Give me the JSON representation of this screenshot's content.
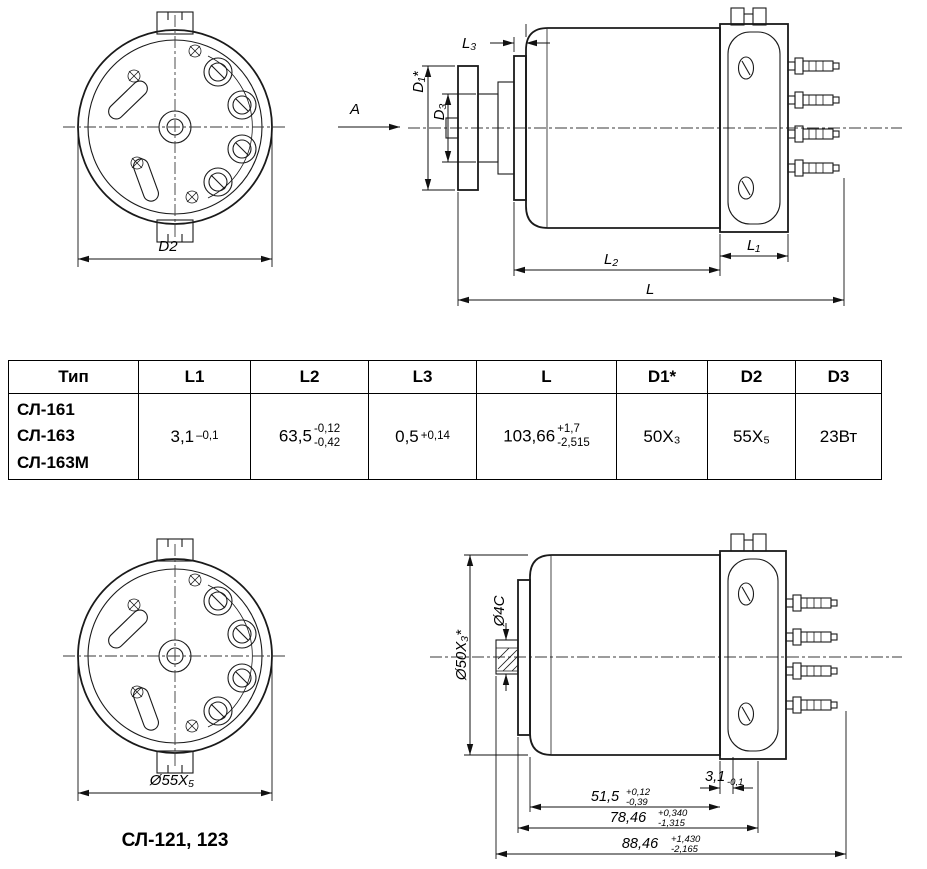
{
  "table": {
    "headers": [
      "Тип",
      "L1",
      "L2",
      "L3",
      "L",
      "D1*",
      "D2",
      "D3"
    ],
    "row": {
      "type1": "СЛ-161",
      "type2": "СЛ-163",
      "type3": "СЛ-163М",
      "l1": {
        "value": "3,1",
        "sub": "–0,1"
      },
      "l2": {
        "value": "63,5",
        "sup": "-0,12",
        "sub": "-0,42"
      },
      "l3": {
        "value": "0,5",
        "sup": "+0,14"
      },
      "l": {
        "value": "103,66",
        "sup": "+1,7",
        "sub": "-2,515"
      },
      "d1": "50X₃",
      "d2": "55X₅",
      "d3": "23Вт"
    }
  },
  "top": {
    "d2": "D2",
    "view_a": "А",
    "l3": "L₃",
    "d1": "D₁*",
    "d3": "D₃",
    "l1": "L₁",
    "l2": "L₂",
    "l": "L"
  },
  "bottom": {
    "d55": "Ø55X₅",
    "model": "СЛ-121, 123",
    "d50": "Ø50X₃*",
    "d4c": "Ø4C",
    "dims": [
      {
        "value": "3,1",
        "sub": "-0,1"
      },
      {
        "value": "51,5",
        "sup": "+0,12",
        "sub": "-0,39"
      },
      {
        "value": "78,46",
        "sup": "+0,340",
        "sub": "-1,315"
      },
      {
        "value": "88,46",
        "sup": "+1,430",
        "sub": "-2,165"
      }
    ]
  }
}
